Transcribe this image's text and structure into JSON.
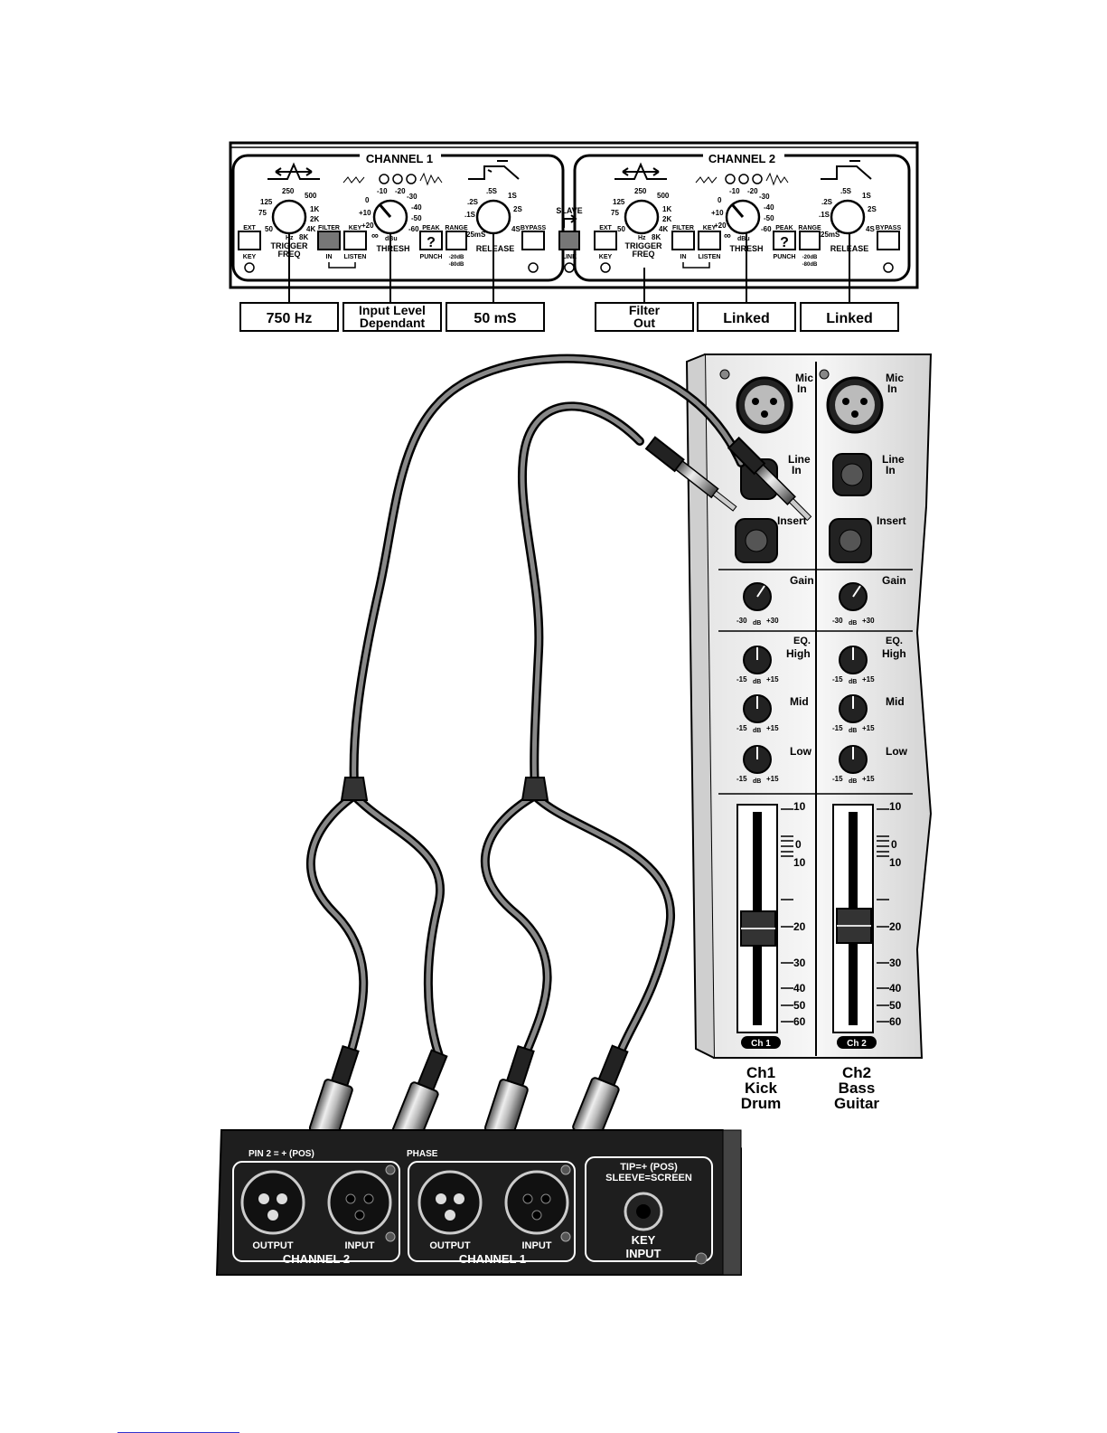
{
  "front_panel": {
    "channel1_title": "CHANNEL 1",
    "channel2_title": "CHANNEL 2",
    "slave_label": "SLAVE",
    "link_label": "LINK",
    "freq_ticks": [
      "250",
      "500",
      "125",
      "1K",
      "75",
      "2K",
      "50",
      "4K",
      "Hz",
      "8K"
    ],
    "trigger_label": "TRIGGER",
    "freq_label": "FREQ",
    "thresh_ticks": [
      "-10",
      "-20",
      "0",
      "-30",
      "+10",
      "-40",
      "+20",
      "-50",
      "∞",
      "-60",
      "dBu"
    ],
    "thresh_label": "THRESH",
    "release_ticks": [
      ".5S",
      ".2S",
      "1S",
      ".1S",
      "2S",
      "25mS",
      "4S"
    ],
    "release_label": "RELEASE",
    "ext_label": "EXT",
    "key_label": "KEY",
    "filter_label": "FILTER",
    "in_label": "IN",
    "listen_label": "LISTEN",
    "peak_label": "PEAK",
    "punch_label": "PUNCH",
    "range_label": "RANGE",
    "range_values": [
      "-20dB",
      "-80dB"
    ],
    "bypass_label": "BYPASS",
    "help_glyph": "?"
  },
  "callouts": {
    "ch1": [
      {
        "line1": "750 Hz",
        "line2": ""
      },
      {
        "line1": "Input Level",
        "line2": "Dependant"
      },
      {
        "line1": "50 mS",
        "line2": ""
      }
    ],
    "ch2": [
      {
        "line1": "Filter",
        "line2": "Out"
      },
      {
        "line1": "Linked",
        "line2": ""
      },
      {
        "line1": "Linked",
        "line2": ""
      }
    ]
  },
  "mixer": {
    "mic_in": [
      "Mic",
      "In"
    ],
    "line_in": [
      "Line",
      "In"
    ],
    "insert": "Insert",
    "gain": "Gain",
    "gain_range": [
      "-30",
      "dB",
      "+30"
    ],
    "eq_label": "EQ.",
    "high": "High",
    "mid": "Mid",
    "low": "Low",
    "eq_range": [
      "-15",
      "dB",
      "+15"
    ],
    "fader_scale": [
      "10",
      "0",
      "10",
      "20",
      "30",
      "40",
      "50",
      "60"
    ],
    "strip1": "Ch 1",
    "strip2": "Ch 2",
    "ch1_caption": [
      "Ch1",
      "Kick",
      "Drum"
    ],
    "ch2_caption": [
      "Ch2",
      "Bass",
      "Guitar"
    ]
  },
  "rear_panel": {
    "pin2_text": "PIN 2 = + (POS)",
    "phase_text": "PHASE",
    "output": "OUTPUT",
    "input": "INPUT",
    "channel2": "CHANNEL 2",
    "channel1": "CHANNEL 1",
    "tip_text": "TIP=+ (POS)",
    "sleeve_text": "SLEEVE=SCREEN",
    "key_input": [
      "KEY",
      "INPUT"
    ]
  }
}
